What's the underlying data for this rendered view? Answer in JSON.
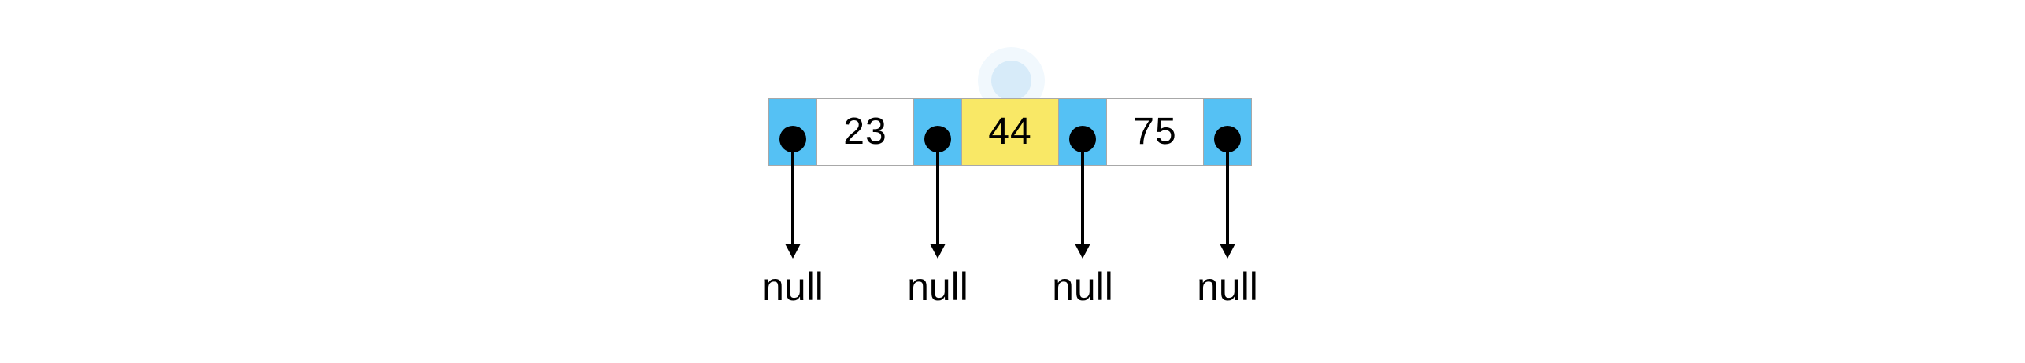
{
  "diagram": {
    "kind": "linked-list-node-row",
    "null_label": "null",
    "cells": [
      {
        "kind": "pointer"
      },
      {
        "kind": "value",
        "text": "23",
        "highlight": false
      },
      {
        "kind": "pointer"
      },
      {
        "kind": "value",
        "text": "44",
        "highlight": true
      },
      {
        "kind": "pointer"
      },
      {
        "kind": "value",
        "text": "75",
        "highlight": false
      },
      {
        "kind": "pointer"
      }
    ],
    "touch_indicator": {
      "over_value": "44"
    },
    "colors": {
      "canvas_bg": "#ffffff",
      "pointer_cell": "#55c1f4",
      "value_cell": "#ffffff",
      "highlight_cell": "#f9e866",
      "cell_border": "#a8a8a8",
      "arrow": "#000000",
      "text": "#000000",
      "touch_indicator": "#d7ebf9"
    }
  }
}
